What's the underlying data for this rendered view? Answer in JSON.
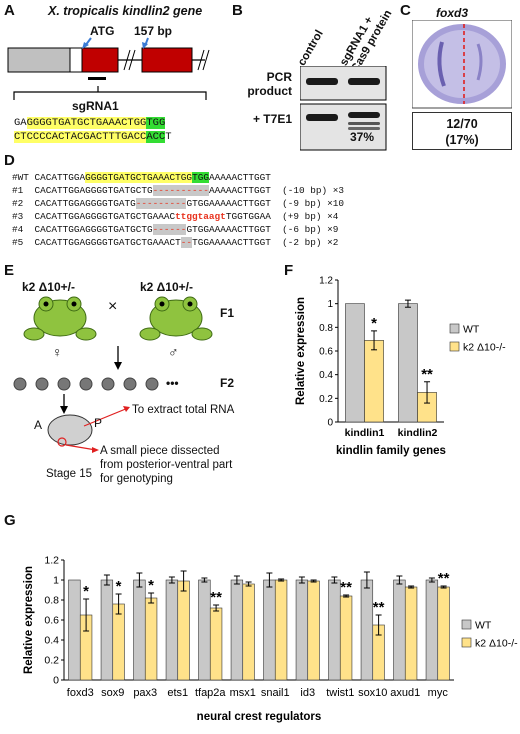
{
  "panels": {
    "A": "A",
    "B": "B",
    "C": "C",
    "D": "D",
    "E": "E",
    "F": "F",
    "G": "G"
  },
  "panel_a": {
    "title": "X. tropicalis kindlin2 gene",
    "atg": "ATG",
    "bp157": "157 bp",
    "sgrna_label": "sgRNA1",
    "seq1_pre": "GA",
    "seq1_yel": "GGGGTGATGCTGAAACTGG",
    "seq1_grn": "TGG",
    "seq2_yel": "CTCCCCACTACGACTTTGACC",
    "seq2_grn": "ACC",
    "seq2_post": "T"
  },
  "panel_b": {
    "col_control": "control",
    "col_sgrna": "sgRNA1 +",
    "col_cas9": "Cas9 protein",
    "row_pcr1": "PCR",
    "row_pcr2": "product",
    "row_t7": "+ T7E1",
    "pct": "37%"
  },
  "panel_c": {
    "gene": "foxd3",
    "count": "12/70",
    "pct": "(17%)"
  },
  "panel_d": {
    "rows": [
      {
        "id": "#WT",
        "a": "CACATTGGA",
        "y": "GGGGTGATGCTGAAACTGG",
        "g": "TGG",
        "b": "AAAAACTTGGT",
        "note": ""
      },
      {
        "id": "#1",
        "a": "CACATTGGAGGGGTGATGCTG",
        "d": "----------",
        "b": "AAAAACTTGGT",
        "note": "(-10 bp) ×3"
      },
      {
        "id": "#2",
        "a": "CACATTGGAGGGGTGATG",
        "d": "---------",
        "b": "GTGGAAAAACTTGGT",
        "note": "(-9 bp) ×10"
      },
      {
        "id": "#3",
        "a": "CACATTGGAGGGGTGATGCTGAAAC",
        "ins": "ttggtaagt",
        "b": "TGGTGGAA",
        "note": "(+9 bp) ×4"
      },
      {
        "id": "#4",
        "a": "CACATTGGAGGGGTGATGCTG",
        "d": "------",
        "b": "GTGGAAAAACTTGGT",
        "note": "(-6 bp) ×9"
      },
      {
        "id": "#5",
        "a": "CACATTGGAGGGGTGATGCTGAAACT",
        "d": "--",
        "b": "TGGAAAAACTTGGT",
        "note": "(-2 bp) ×2"
      }
    ]
  },
  "panel_e": {
    "parent_left": "k2 Δ10+/-",
    "parent_right": "k2 Δ10+/-",
    "cross": "×",
    "f1": "F1",
    "f2": "F2",
    "female": "♀",
    "male": "♂",
    "dots": "•••",
    "a": "A",
    "p": "P",
    "stage": "Stage 15",
    "rna": "To extract total RNA",
    "geno1": "A small piece dissected",
    "geno2": "from posterior-ventral part",
    "geno3": "for genotyping"
  },
  "chart_data": [
    {
      "type": "bar",
      "panel": "F",
      "categories": [
        "kindlin1",
        "kindlin2"
      ],
      "series": [
        {
          "name": "WT",
          "values": [
            1.0,
            1.0
          ],
          "errors": [
            0,
            0.03
          ],
          "color": "#c8c8c8"
        },
        {
          "name": "k2 Δ10-/-",
          "values": [
            0.69,
            0.25
          ],
          "errors": [
            0.08,
            0.09
          ],
          "color": "#ffe28a"
        }
      ],
      "significance": [
        "*",
        "**"
      ],
      "xlabel": "kindlin family genes",
      "ylabel": "Relative expression",
      "ylim": [
        0,
        1.2
      ],
      "yticks": [
        "0",
        "0.2",
        "0.4",
        "0.6",
        "0.8",
        "1",
        "1.2"
      ],
      "legend": "right"
    },
    {
      "type": "bar",
      "panel": "G",
      "categories": [
        "foxd3",
        "sox9",
        "pax3",
        "ets1",
        "tfap2a",
        "msx1",
        "snail1",
        "id3",
        "twist1",
        "sox10",
        "axud1",
        "myc"
      ],
      "series": [
        {
          "name": "WT",
          "values": [
            1,
            1,
            1,
            1,
            1,
            1,
            1,
            1,
            1,
            1,
            1,
            1
          ],
          "errors": [
            0,
            0.05,
            0.07,
            0.03,
            0.02,
            0.04,
            0.07,
            0.03,
            0.03,
            0.08,
            0.04,
            0.02
          ],
          "color": "#c8c8c8"
        },
        {
          "name": "k2 Δ10-/-",
          "values": [
            0.65,
            0.76,
            0.82,
            0.99,
            0.72,
            0.96,
            1.0,
            0.99,
            0.84,
            0.55,
            0.93,
            0.93
          ],
          "errors": [
            0.16,
            0.1,
            0.05,
            0.1,
            0.03,
            0.02,
            0.01,
            0.01,
            0.01,
            0.1,
            0.01,
            0.01
          ],
          "color": "#ffe28a"
        }
      ],
      "significance": [
        "*",
        "*",
        "*",
        "",
        "**",
        "",
        "",
        "",
        "**",
        "**",
        "",
        "**"
      ],
      "xlabel": "neural crest regulators",
      "ylabel": "Relative expression",
      "ylim": [
        0,
        1.2
      ],
      "yticks": [
        "0",
        "0.2",
        "0.4",
        "0.6",
        "0.8",
        "1",
        "1.2"
      ],
      "legend": "right"
    }
  ]
}
